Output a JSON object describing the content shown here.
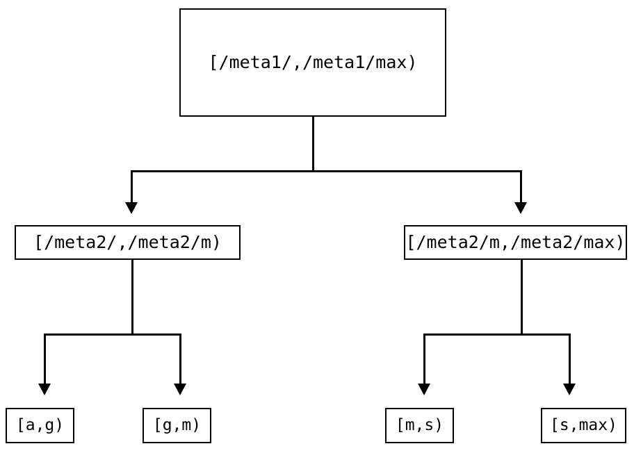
{
  "diagram": {
    "type": "tree",
    "title": "",
    "background_color": "#ffffff",
    "stroke_color": "#000000",
    "nodes": {
      "root": {
        "label": "[/meta1/,/meta1/max)"
      },
      "mid_left": {
        "label": "[/meta2/,/meta2/m)"
      },
      "mid_right": {
        "label": "[/meta2/m,/meta2/max)"
      },
      "leaf_1": {
        "label": "[a,g)"
      },
      "leaf_2": {
        "label": "[g,m)"
      },
      "leaf_3": {
        "label": "[m,s)"
      },
      "leaf_4": {
        "label": "[s,max)"
      }
    },
    "edges": [
      {
        "from": "root",
        "to": "mid_left",
        "arrowhead": "filled-triangle-down"
      },
      {
        "from": "root",
        "to": "mid_right",
        "arrowhead": "filled-triangle-down"
      },
      {
        "from": "mid_left",
        "to": "leaf_1",
        "arrowhead": "filled-triangle-down"
      },
      {
        "from": "mid_left",
        "to": "leaf_2",
        "arrowhead": "filled-triangle-down"
      },
      {
        "from": "mid_right",
        "to": "leaf_3",
        "arrowhead": "filled-triangle-down"
      },
      {
        "from": "mid_right",
        "to": "leaf_4",
        "arrowhead": "filled-triangle-down"
      }
    ]
  }
}
